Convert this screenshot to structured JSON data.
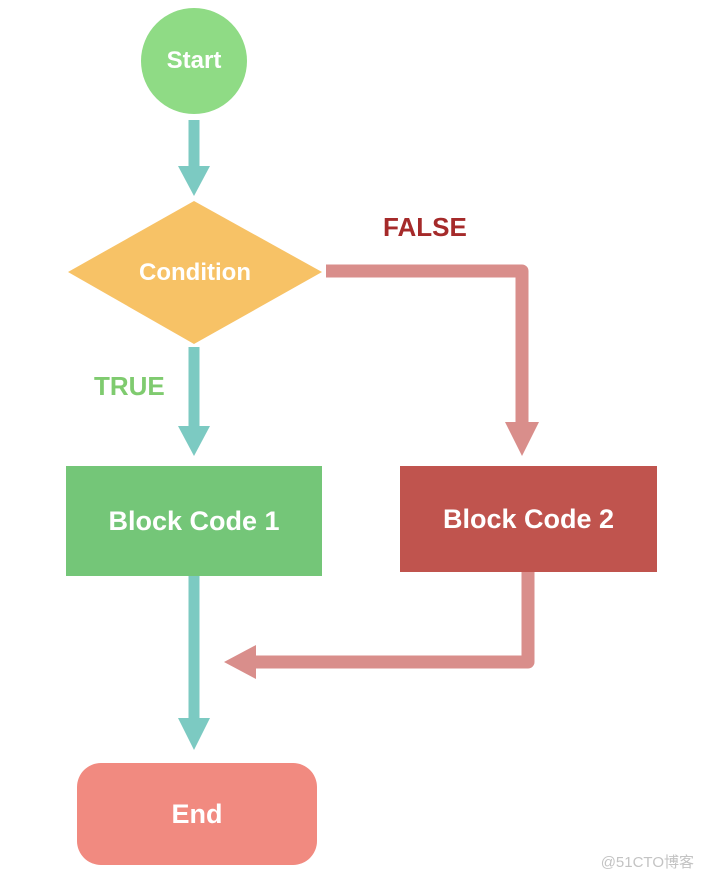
{
  "diagram": {
    "type": "flowchart",
    "nodes": {
      "start": {
        "label": "Start",
        "shape": "circle"
      },
      "condition": {
        "label": "Condition",
        "shape": "diamond"
      },
      "block1": {
        "label": "Block Code 1",
        "shape": "rect"
      },
      "block2": {
        "label": "Block Code 2",
        "shape": "rect"
      },
      "end": {
        "label": "End",
        "shape": "rounded-rect"
      }
    },
    "edges": {
      "true_label": "TRUE",
      "false_label": "FALSE",
      "flow": [
        "start -> condition",
        "condition -TRUE-> block1",
        "condition -FALSE-> block2",
        "block1 -> end",
        "block2 -> join(block1->end)"
      ]
    },
    "colors": {
      "start_fill": "#8FDB85",
      "condition_fill": "#F7C266",
      "block1_fill": "#74C678",
      "block2_fill": "#C0544E",
      "end_fill": "#F18A80",
      "teal_arrow": "#7CCAC2",
      "rose_arrow": "#D98E8B",
      "true_text": "#7FCB6F",
      "false_text": "#A52A2A",
      "node_text": "#FFFFFF",
      "watermark_text": "#C3C3C3"
    },
    "watermark": "@51CTO博客"
  }
}
